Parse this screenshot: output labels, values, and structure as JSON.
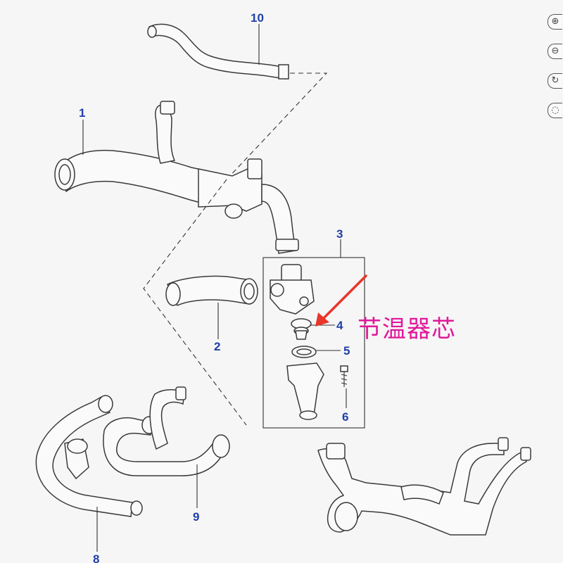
{
  "callouts": {
    "c1": "1",
    "c2": "2",
    "c3": "3",
    "c4": "4",
    "c5": "5",
    "c6": "6",
    "c8": "8",
    "c9": "9",
    "c10": "10"
  },
  "annotation": {
    "text": "节温器芯",
    "color": "#e0199a",
    "arrow_color": "#e8362a"
  },
  "toolbar": {
    "zoom_in_icon": "zoom-in-icon",
    "zoom_out_icon": "zoom-out-icon",
    "rotate_icon": "rotate-icon"
  },
  "colors": {
    "callout_text": "#1f3fa8",
    "line_art": "#3a3a3a",
    "background": "#f6f6f6"
  }
}
